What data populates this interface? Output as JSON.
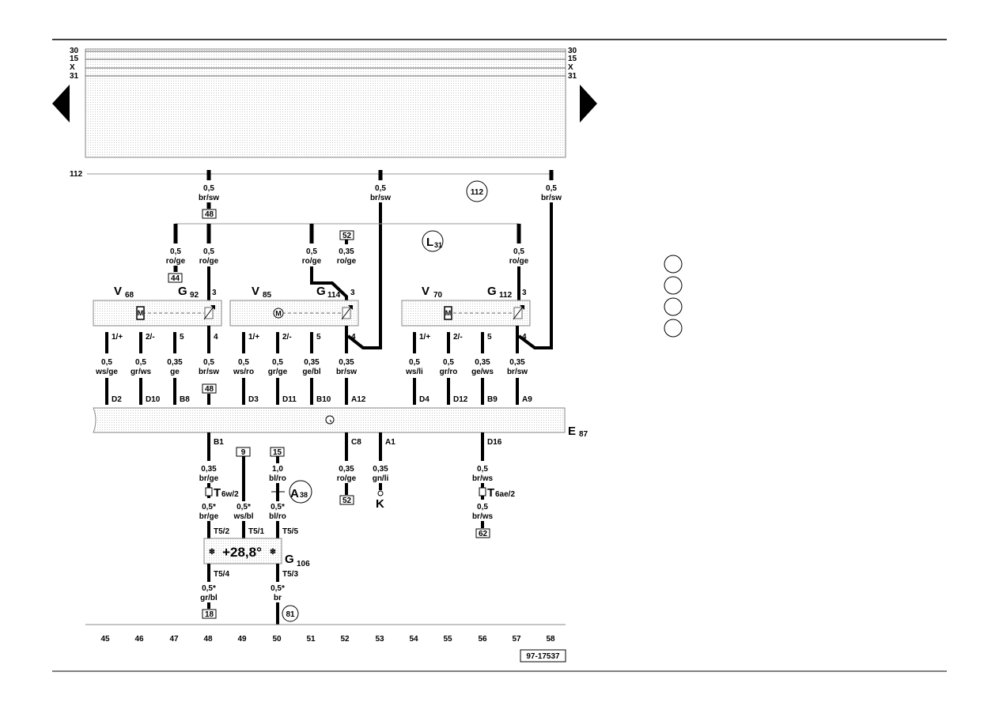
{
  "rails": {
    "left": [
      "30",
      "15",
      "X",
      "31"
    ],
    "right": [
      "30",
      "15",
      "X",
      "31"
    ]
  },
  "wire112": "112",
  "circles": {
    "c112": "112",
    "c81": "81"
  },
  "L31": {
    "main": "L",
    "sub": "31"
  },
  "A38": {
    "main": "A",
    "sub": "38"
  },
  "components": {
    "V68": {
      "main": "V",
      "sub": "68"
    },
    "G92": {
      "main": "G",
      "sub": "92"
    },
    "V85": {
      "main": "V",
      "sub": "85"
    },
    "G114": {
      "main": "G",
      "sub": "114"
    },
    "V70": {
      "main": "V",
      "sub": "70"
    },
    "G112": {
      "main": "G",
      "sub": "112"
    },
    "E87": {
      "main": "E",
      "sub": "87"
    },
    "G106": {
      "main": "G",
      "sub": "106"
    },
    "K": "K",
    "T6w2": {
      "main": "T",
      "sub": "6w/2"
    },
    "T6ae2": {
      "main": "T",
      "sub": "6ae/2"
    }
  },
  "motor_label": "M",
  "display_value": "+28,8°",
  "top_wires": [
    {
      "size": "0,5",
      "color": "br/sw"
    },
    {
      "size": "0,5",
      "color": "br/sw"
    },
    {
      "size": "0,5",
      "color": "br/sw"
    }
  ],
  "mid_wires": [
    {
      "size": "0,5",
      "color": "ro/ge"
    },
    {
      "size": "0,5",
      "color": "ro/ge"
    },
    {
      "size": "0,5",
      "color": "ro/ge"
    },
    {
      "size": "0,35",
      "color": "ro/ge"
    },
    {
      "size": "0,5",
      "color": "ro/ge"
    }
  ],
  "refs": {
    "r48a": "48",
    "r44": "44",
    "r52a": "52",
    "r48b": "48",
    "r9": "9",
    "r15": "15",
    "r52b": "52",
    "r62": "62",
    "r18": "18"
  },
  "pins": [
    "3",
    "3",
    "3",
    "1/+",
    "2/-",
    "5",
    "4",
    "1/+",
    "2/-",
    "5",
    "4",
    "1/+",
    "2/-",
    "5",
    "4"
  ],
  "lower_wires": [
    {
      "size": "0,5",
      "color": "ws/ge"
    },
    {
      "size": "0,5",
      "color": "gr/ws"
    },
    {
      "size": "0,35",
      "color": "ge"
    },
    {
      "size": "0,5",
      "color": "br/sw"
    },
    {
      "size": "0,5",
      "color": "ws/ro"
    },
    {
      "size": "0,5",
      "color": "gr/ge"
    },
    {
      "size": "0,35",
      "color": "ge/bl"
    },
    {
      "size": "0,35",
      "color": "br/sw"
    },
    {
      "size": "0,5",
      "color": "ws/li"
    },
    {
      "size": "0,5",
      "color": "gr/ro"
    },
    {
      "size": "0,35",
      "color": "ge/ws"
    },
    {
      "size": "0,35",
      "color": "br/sw"
    }
  ],
  "e87_top_pins": [
    "D2",
    "D10",
    "B8",
    "D3",
    "D11",
    "B10",
    "A12",
    "D4",
    "D12",
    "B9",
    "A9"
  ],
  "e87_bottom_pins": [
    "B1",
    "C8",
    "A1",
    "D16"
  ],
  "bottom_wires": {
    "w1": {
      "size": "0,35",
      "color": "br/ge"
    },
    "w2": {
      "size": "1,0",
      "color": "bl/ro"
    },
    "w3": {
      "size": "0,35",
      "color": "ro/ge"
    },
    "w4": {
      "size": "0,35",
      "color": "gn/li"
    },
    "w5": {
      "size": "0,5",
      "color": "br/ws"
    },
    "w6": {
      "size": "0,5*",
      "color": "br/ge"
    },
    "w7": {
      "size": "0,5*",
      "color": "ws/bl"
    },
    "w8": {
      "size": "0,5*",
      "color": "bl/ro"
    },
    "w9": {
      "size": "0,5",
      "color": "br/ws"
    },
    "w10": {
      "size": "0,5*",
      "color": "gr/bl"
    },
    "w11": {
      "size": "0,5*",
      "color": "br"
    }
  },
  "t5_pins": [
    "T5/2",
    "T5/1",
    "T5/5",
    "T5/4",
    "T5/3"
  ],
  "track_numbers": [
    "45",
    "46",
    "47",
    "48",
    "49",
    "50",
    "51",
    "52",
    "53",
    "54",
    "55",
    "56",
    "57",
    "58"
  ],
  "diagram_id": "97-17537"
}
